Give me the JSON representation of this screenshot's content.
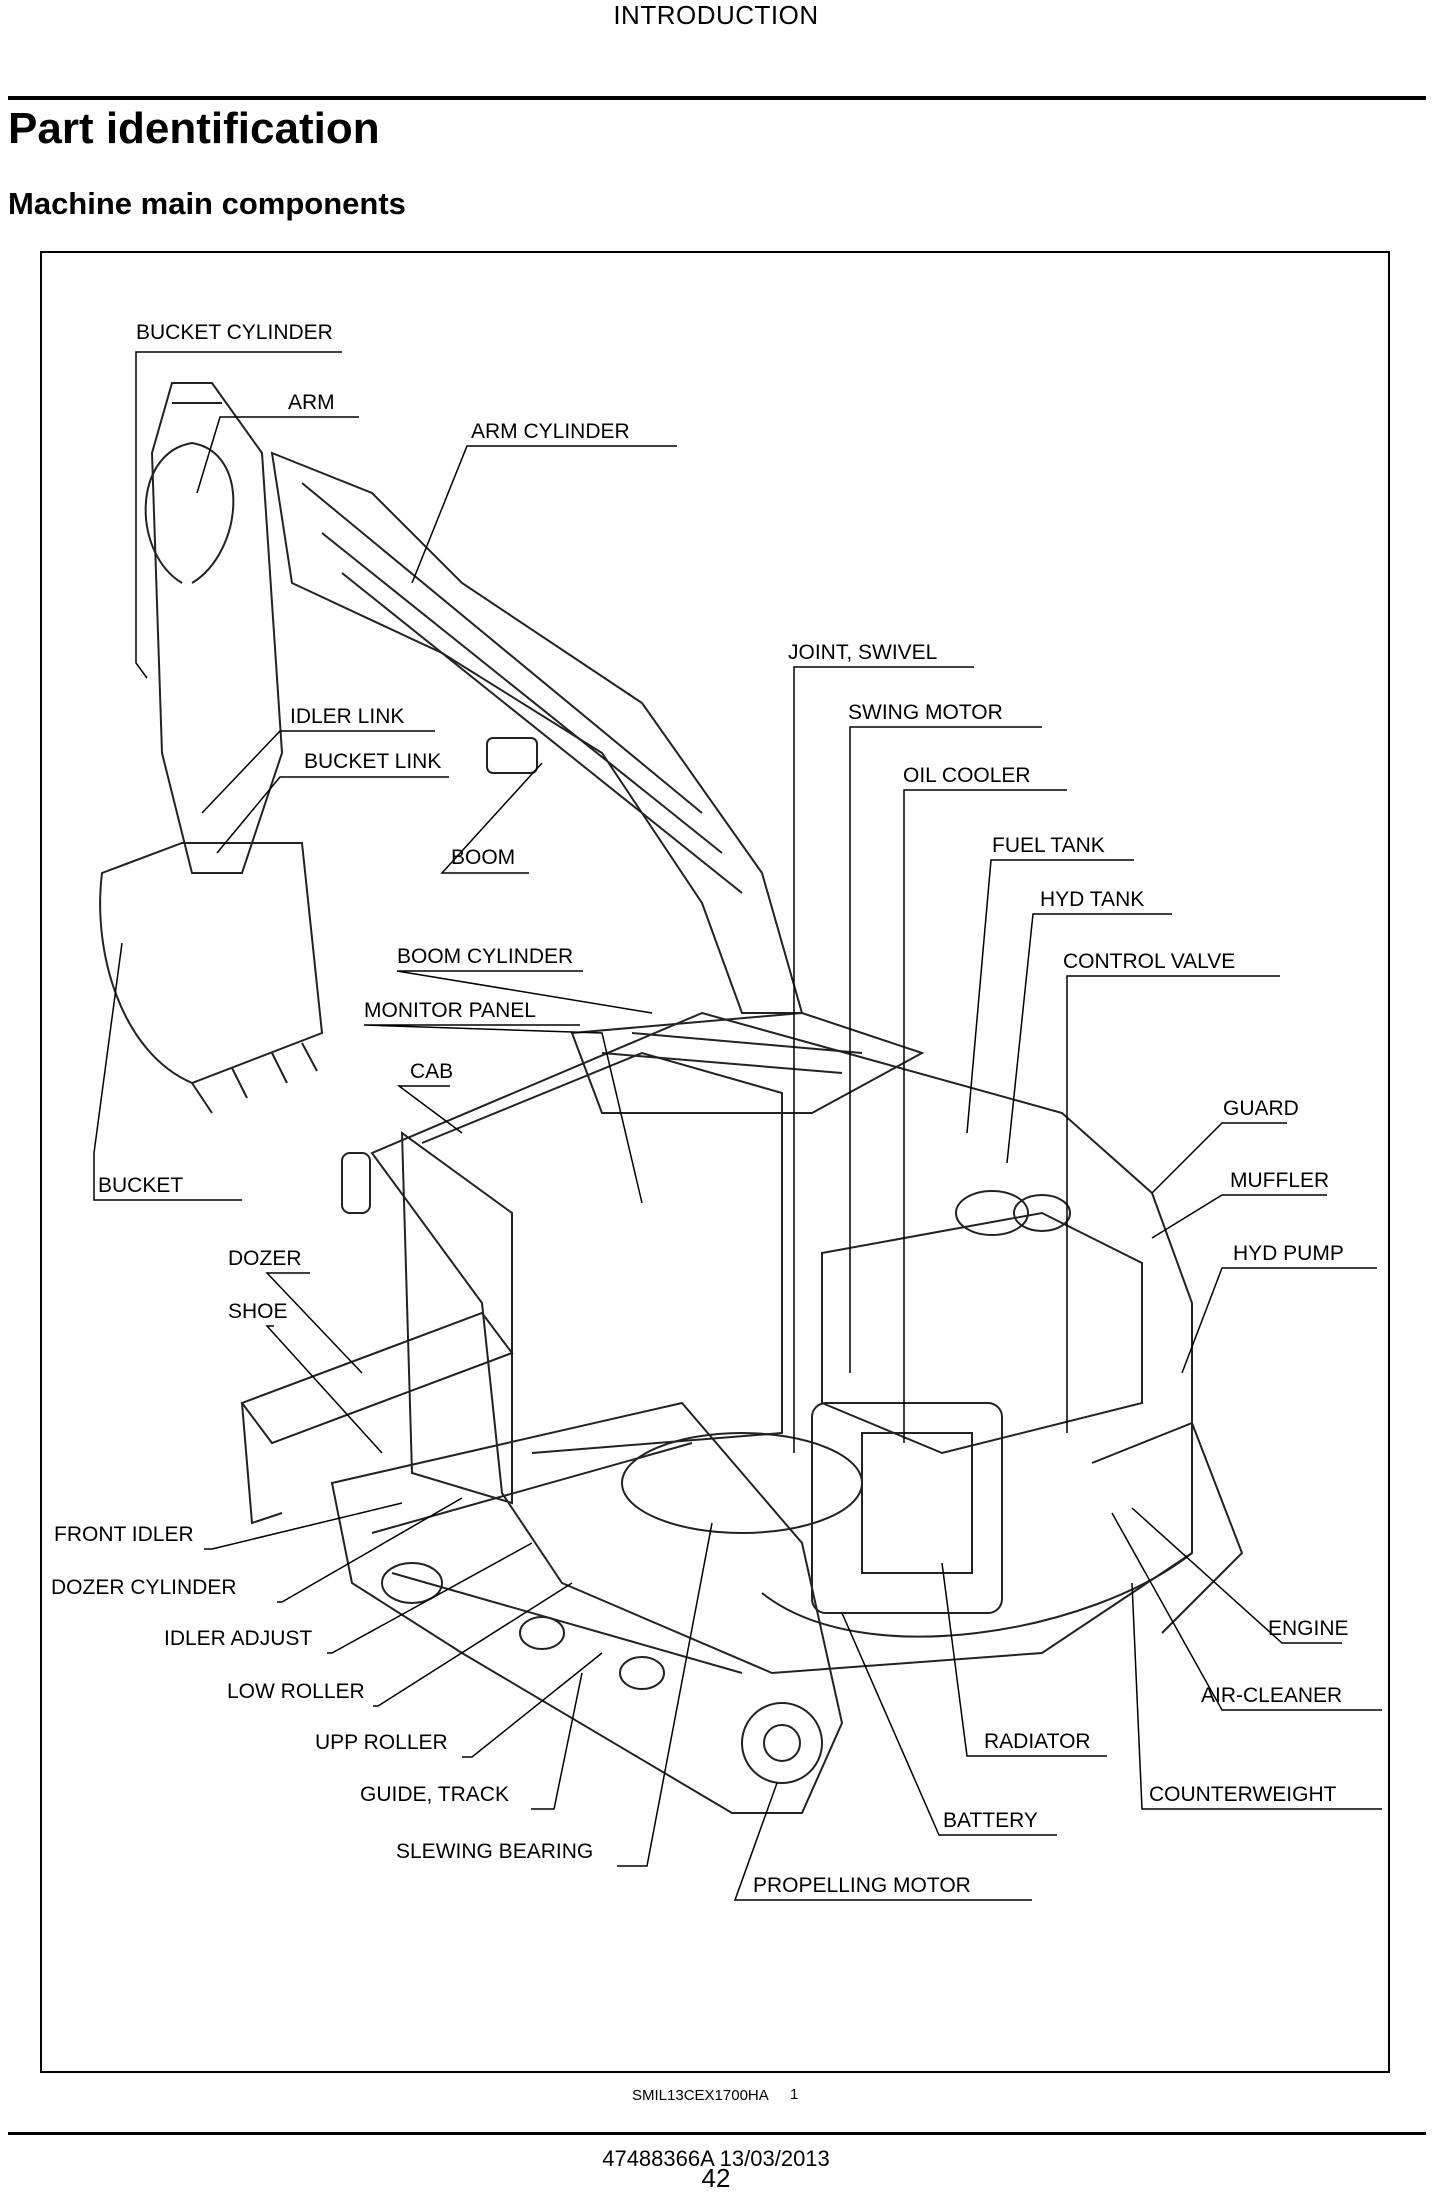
{
  "header": {
    "section": "INTRODUCTION"
  },
  "page": {
    "title": "Part identification",
    "subtitle": "Machine main components"
  },
  "figure": {
    "image_description": "excavator line drawing",
    "labels": {
      "bucket_cylinder": "BUCKET CYLINDER",
      "arm": "ARM",
      "arm_cylinder": "ARM CYLINDER",
      "joint_swivel": "JOINT, SWIVEL",
      "idler_link": "IDLER LINK",
      "swing_motor": "SWING MOTOR",
      "bucket_link": "BUCKET LINK",
      "oil_cooler": "OIL COOLER",
      "boom": "BOOM",
      "fuel_tank": "FUEL TANK",
      "hyd_tank": "HYD TANK",
      "boom_cylinder": "BOOM CYLINDER",
      "control_valve": "CONTROL VALVE",
      "monitor_panel": "MONITOR PANEL",
      "cab": "CAB",
      "guard": "GUARD",
      "bucket": "BUCKET",
      "muffler": "MUFFLER",
      "dozer": "DOZER",
      "hyd_pump": "HYD PUMP",
      "shoe": "SHOE",
      "front_idler": "FRONT IDLER",
      "dozer_cylinder": "DOZER CYLINDER",
      "engine": "ENGINE",
      "idler_adjust": "IDLER ADJUST",
      "air_cleaner": "AIR-CLEANER",
      "low_roller": "LOW ROLLER",
      "radiator": "RADIATOR",
      "upp_roller": "UPP ROLLER",
      "guide_track": "GUIDE, TRACK",
      "counterweight": "COUNTERWEIGHT",
      "battery": "BATTERY",
      "slewing_bearing": "SLEWING BEARING",
      "propelling_motor": "PROPELLING MOTOR"
    },
    "caption_code": "SMIL13CEX1700HA",
    "caption_number": "1"
  },
  "footer": {
    "doc_code": "47488366A 13/03/2013",
    "page_number": "42"
  }
}
